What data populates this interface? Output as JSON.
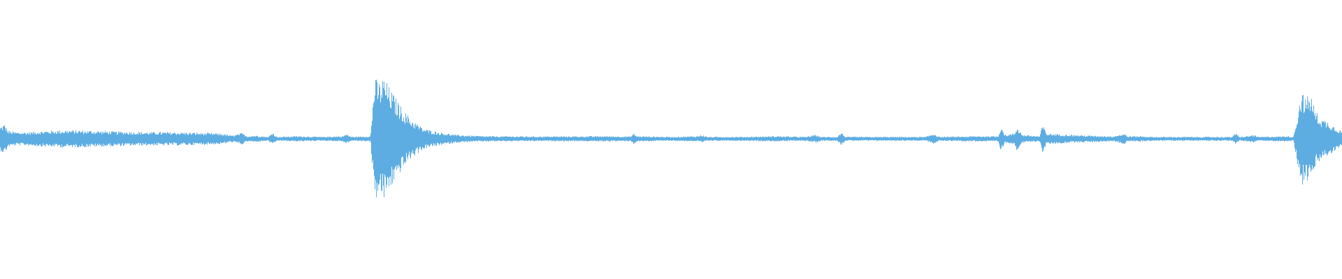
{
  "waveform": {
    "color": "#5DADE2",
    "background": "#ffffff",
    "envelope": [
      [
        0.0,
        0.09
      ],
      [
        0.003,
        0.11
      ],
      [
        0.006,
        0.06
      ],
      [
        0.012,
        0.05
      ],
      [
        0.02,
        0.05
      ],
      [
        0.035,
        0.06
      ],
      [
        0.05,
        0.065
      ],
      [
        0.07,
        0.06
      ],
      [
        0.09,
        0.055
      ],
      [
        0.11,
        0.05
      ],
      [
        0.13,
        0.05
      ],
      [
        0.15,
        0.045
      ],
      [
        0.165,
        0.04
      ],
      [
        0.172,
        0.025
      ],
      [
        0.176,
        0.03
      ],
      [
        0.18,
        0.045
      ],
      [
        0.184,
        0.02
      ],
      [
        0.19,
        0.025
      ],
      [
        0.2,
        0.015
      ],
      [
        0.203,
        0.05
      ],
      [
        0.206,
        0.015
      ],
      [
        0.22,
        0.02
      ],
      [
        0.24,
        0.015
      ],
      [
        0.255,
        0.02
      ],
      [
        0.258,
        0.035
      ],
      [
        0.262,
        0.015
      ],
      [
        0.276,
        0.02
      ],
      [
        0.279,
        0.45
      ],
      [
        0.283,
        0.42
      ],
      [
        0.286,
        0.46
      ],
      [
        0.29,
        0.38
      ],
      [
        0.295,
        0.3
      ],
      [
        0.3,
        0.22
      ],
      [
        0.306,
        0.15
      ],
      [
        0.31,
        0.12
      ],
      [
        0.315,
        0.08
      ],
      [
        0.322,
        0.06
      ],
      [
        0.33,
        0.045
      ],
      [
        0.34,
        0.03
      ],
      [
        0.36,
        0.02
      ],
      [
        0.4,
        0.018
      ],
      [
        0.45,
        0.02
      ],
      [
        0.47,
        0.018
      ],
      [
        0.472,
        0.04
      ],
      [
        0.475,
        0.02
      ],
      [
        0.5,
        0.015
      ],
      [
        0.52,
        0.02
      ],
      [
        0.523,
        0.03
      ],
      [
        0.527,
        0.015
      ],
      [
        0.55,
        0.015
      ],
      [
        0.58,
        0.02
      ],
      [
        0.6,
        0.015
      ],
      [
        0.608,
        0.03
      ],
      [
        0.612,
        0.015
      ],
      [
        0.624,
        0.015
      ],
      [
        0.627,
        0.05
      ],
      [
        0.63,
        0.015
      ],
      [
        0.66,
        0.015
      ],
      [
        0.69,
        0.015
      ],
      [
        0.696,
        0.04
      ],
      [
        0.7,
        0.015
      ],
      [
        0.73,
        0.02
      ],
      [
        0.744,
        0.02
      ],
      [
        0.746,
        0.1
      ],
      [
        0.749,
        0.03
      ],
      [
        0.756,
        0.04
      ],
      [
        0.758,
        0.09
      ],
      [
        0.762,
        0.03
      ],
      [
        0.775,
        0.02
      ],
      [
        0.777,
        0.11
      ],
      [
        0.78,
        0.04
      ],
      [
        0.79,
        0.035
      ],
      [
        0.81,
        0.025
      ],
      [
        0.83,
        0.02
      ],
      [
        0.838,
        0.04
      ],
      [
        0.842,
        0.02
      ],
      [
        0.84,
        0.02
      ],
      [
        0.85,
        0.02
      ],
      [
        0.86,
        0.015
      ],
      [
        0.9,
        0.015
      ],
      [
        0.918,
        0.015
      ],
      [
        0.921,
        0.04
      ],
      [
        0.924,
        0.015
      ],
      [
        0.93,
        0.02
      ],
      [
        0.934,
        0.03
      ],
      [
        0.938,
        0.015
      ],
      [
        0.96,
        0.02
      ],
      [
        0.964,
        0.015
      ],
      [
        0.966,
        0.12
      ],
      [
        0.97,
        0.36
      ],
      [
        0.973,
        0.3
      ],
      [
        0.977,
        0.34
      ],
      [
        0.98,
        0.22
      ],
      [
        0.985,
        0.15
      ],
      [
        0.99,
        0.13
      ],
      [
        0.995,
        0.09
      ],
      [
        1.0,
        0.06
      ]
    ]
  }
}
